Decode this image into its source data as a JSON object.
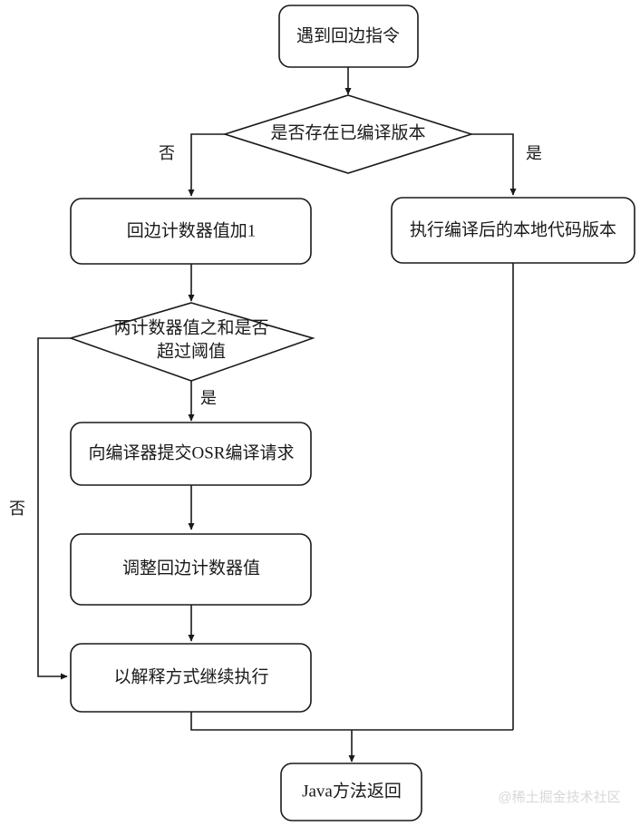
{
  "diagram": {
    "type": "flowchart",
    "title": "",
    "background_color": "#ffffff",
    "line_color": "#1a1a1a",
    "text_color": "#1a1a1a",
    "nodes": [
      {
        "id": "start",
        "shape": "rounded-rect",
        "label": "遇到回边指令"
      },
      {
        "id": "decision1",
        "shape": "diamond",
        "label": "是否存在已编译版本"
      },
      {
        "id": "increment",
        "shape": "rounded-rect",
        "label": "回边计数器值加1"
      },
      {
        "id": "run-compiled",
        "shape": "rounded-rect",
        "label": "执行编译后的本地代码版本"
      },
      {
        "id": "decision2",
        "shape": "diamond",
        "label_line1": "两计数器值之和是否",
        "label_line2": "超过阈值"
      },
      {
        "id": "osr-request",
        "shape": "rounded-rect",
        "label": "向编译器提交OSR编译请求"
      },
      {
        "id": "adjust",
        "shape": "rounded-rect",
        "label": "调整回边计数器值"
      },
      {
        "id": "interpret",
        "shape": "rounded-rect",
        "label": "以解释方式继续执行"
      },
      {
        "id": "return",
        "shape": "rounded-rect",
        "label": "Java方法返回"
      }
    ],
    "edge_labels": {
      "decision1_no": "否",
      "decision1_yes": "是",
      "decision2_yes": "是",
      "decision2_no": "否"
    }
  },
  "watermark": {
    "text": "@稀土掘金技术社区",
    "color": "#d8d8d8"
  }
}
